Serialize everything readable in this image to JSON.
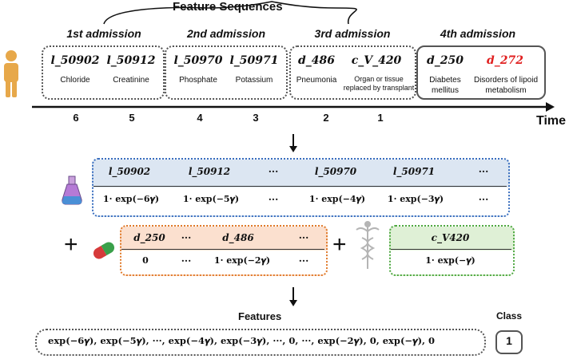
{
  "title": "Feature Sequences",
  "admissions": [
    {
      "label": "1st admission",
      "codes": [
        {
          "code": "l_50902",
          "desc": "Chloride"
        },
        {
          "code": "l_50912",
          "desc": "Creatinine"
        }
      ]
    },
    {
      "label": "2nd admission",
      "codes": [
        {
          "code": "l_50970",
          "desc": "Phosphate"
        },
        {
          "code": "l_50971",
          "desc": "Potassium"
        }
      ]
    },
    {
      "label": "3rd admission",
      "codes": [
        {
          "code": "d_486",
          "desc": "Pneumonia"
        },
        {
          "code": "c_V_420",
          "desc": "Organ or tissue replaced by transplant"
        }
      ]
    },
    {
      "label": "4th admission",
      "codes": [
        {
          "code": "d_250",
          "desc": "Diabetes mellitus"
        },
        {
          "code": "d_272",
          "desc": "Disorders of lipoid metabolism",
          "color": "#e02020"
        }
      ]
    }
  ],
  "order_numbers": [
    "6",
    "5",
    "4",
    "3",
    "2",
    "1"
  ],
  "time_label": "Time",
  "lab_table": {
    "headers": [
      "l_50902",
      "l_50912",
      "···",
      "l_50970",
      "l_50971",
      "···"
    ],
    "values": [
      "1· exp(−6𝜸)",
      "1· exp(−5𝜸)",
      "···",
      "1· exp(−4𝜸)",
      "1· exp(−3𝜸)",
      "···"
    ],
    "color": "#3a6fbf"
  },
  "diag_table": {
    "headers": [
      "d_250",
      "···",
      "d_486",
      "···"
    ],
    "values": [
      "0",
      "···",
      "1· exp(−2𝜸)",
      "···"
    ],
    "color": "#e07a2a"
  },
  "proc_table": {
    "headers": [
      "c_V420"
    ],
    "values": [
      "1· exp(−𝜸)"
    ],
    "color": "#4ea840"
  },
  "plus_signs": [
    "+",
    "+"
  ],
  "features_label": "Features",
  "features_text": "exp(−6𝜸), exp(−5𝜸), ···, exp(−4𝜸), exp(−3𝜸), ···, 0, ···, exp(−2𝜸), 0, exp(−𝜸), 0",
  "class_label": "Class",
  "class_value": "1",
  "icons": [
    "person-icon",
    "flask-icon",
    "pill-icon",
    "caduceus-icon"
  ]
}
